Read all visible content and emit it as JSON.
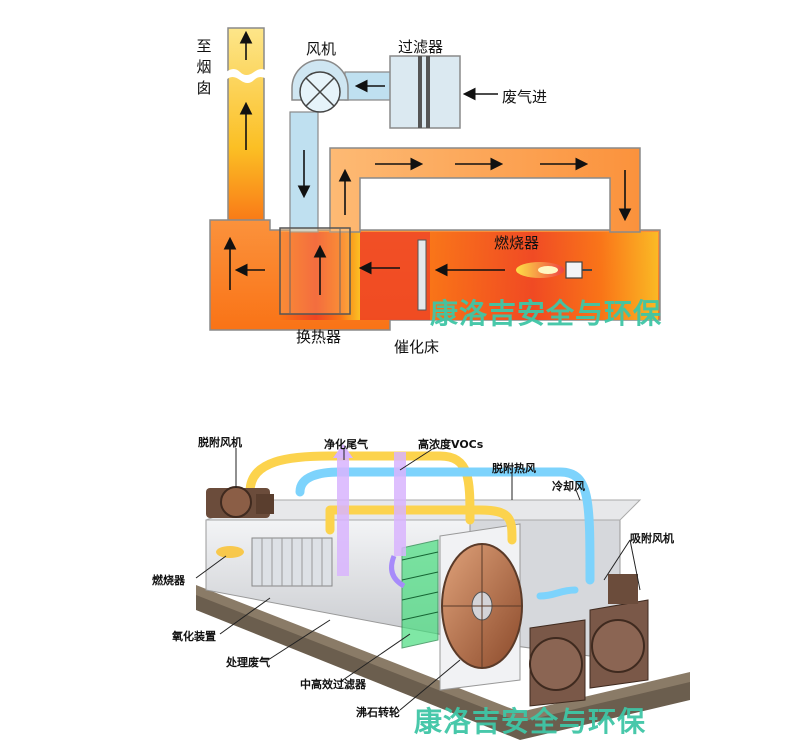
{
  "top_diagram": {
    "labels": {
      "chimney": "至烟囱",
      "fan": "风机",
      "filter": "过滤器",
      "exhaust_in": "废气进",
      "burner": "燃烧器",
      "heat_exchanger": "换热器",
      "catalytic_bed": "催化床"
    },
    "watermark": "康洛吉安全与环保"
  },
  "bottom_diagram": {
    "labels": {
      "desorption_fan": "脱附风机",
      "purified_exhaust": "净化尾气",
      "high_conc_vocs": "高浓度VOCs",
      "desorption_hot_air": "脱附热风",
      "cooling_air": "冷却风",
      "adsorption_fan": "吸附风机",
      "burner": "燃烧器",
      "oxidation_device": "氧化装置",
      "treated_exhaust": "处理废气",
      "mid_high_filter": "中高效过滤器",
      "zeolite_rotor": "沸石转轮"
    },
    "watermark": "康洛吉安全与环保"
  },
  "colors": {
    "duct_orange": "#f4a261",
    "duct_yellow": "#fcd34d",
    "duct_blue": "#bfe0f0",
    "hot_red": "#ef4423",
    "watermark": "#3fc6a6"
  }
}
